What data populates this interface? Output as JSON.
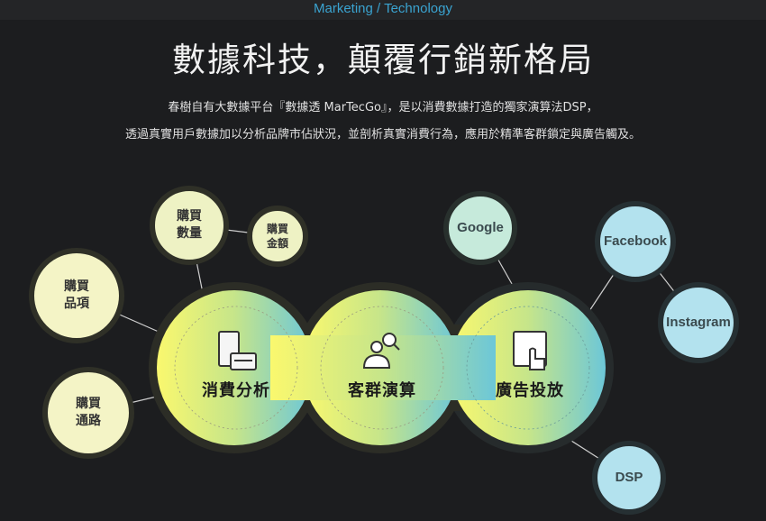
{
  "header": {
    "category": "Marketing / Technology",
    "title": "數據科技，顛覆行銷新格局",
    "desc1": "春樹自有大數據平台『數據透 MarTecGo』，是以消費數據打造的獨家演算法DSP，",
    "desc2": "透過真實用戶數據加以分析品牌市佔狀況，並剖析真實消費行為，應用於精準客群鎖定與廣告觸及。"
  },
  "core": [
    {
      "label": "消費分析",
      "icon": "phone-payment-icon"
    },
    {
      "label": "客群演算",
      "icon": "users-search-icon"
    },
    {
      "label": "廣告投放",
      "icon": "tablet-touch-icon"
    }
  ],
  "nodes": {
    "qty": [
      "購買",
      "數量"
    ],
    "amount": [
      "購買",
      "金額"
    ],
    "item": [
      "購買",
      "品項"
    ],
    "channel": [
      "購買",
      "通路"
    ],
    "google": "Google",
    "facebook": "Facebook",
    "instagram": "Instagram",
    "dsp": "DSP"
  },
  "colors": {
    "gradient_start": "#faf86e",
    "gradient_end": "#6cc7d8",
    "accent": "#3aa3d0"
  }
}
